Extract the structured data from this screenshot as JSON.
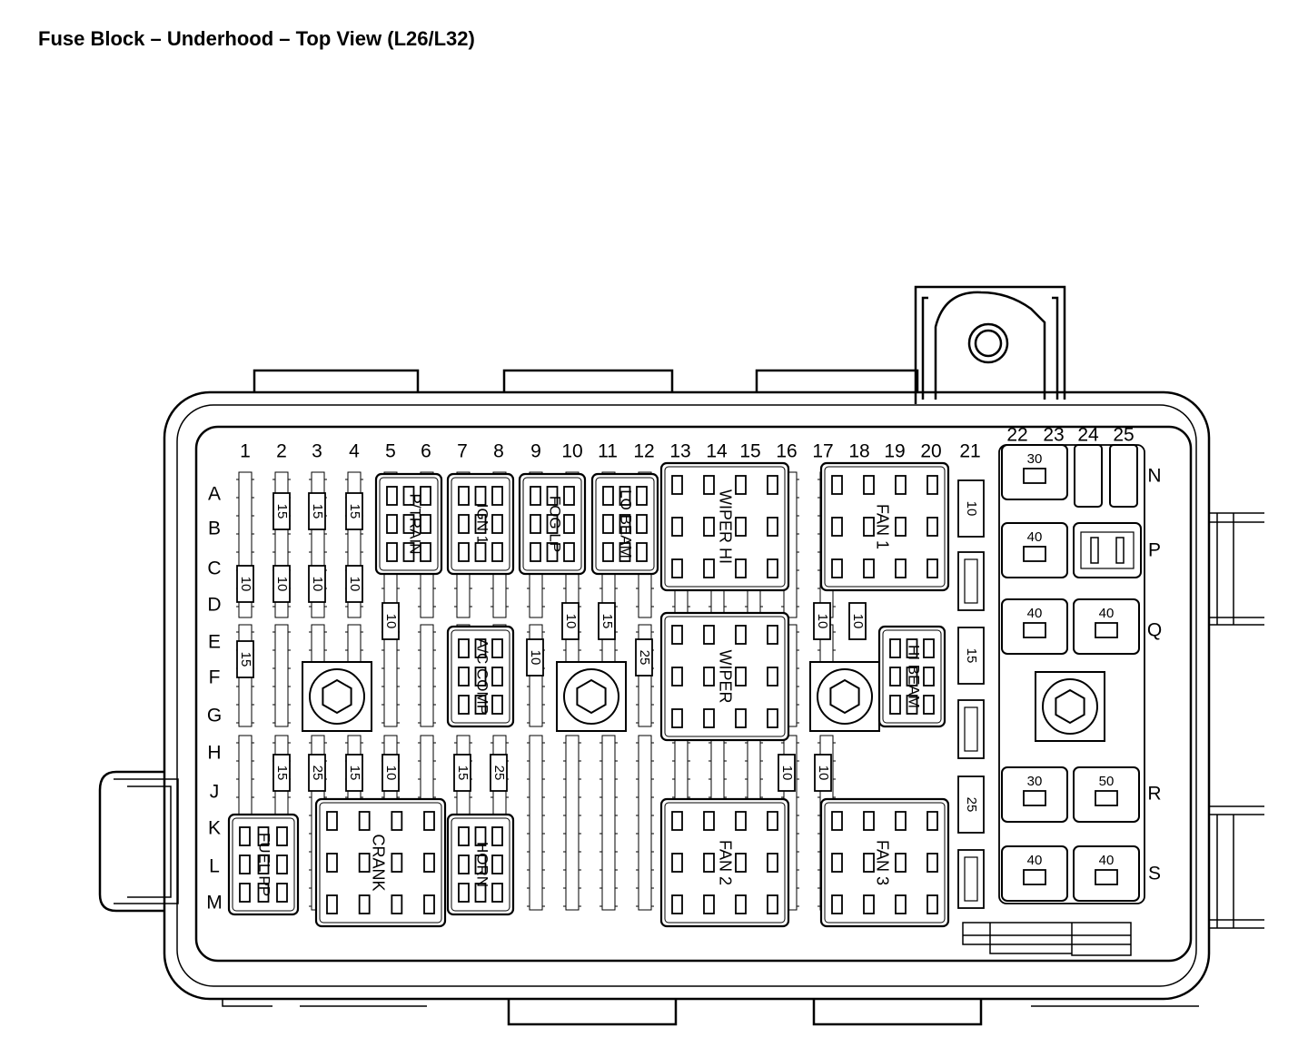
{
  "title": "Fuse Block – Underhood – Top View (L26/L32)",
  "columns": [
    "1",
    "2",
    "3",
    "4",
    "5",
    "6",
    "7",
    "8",
    "9",
    "10",
    "11",
    "12",
    "13",
    "14",
    "15",
    "16",
    "17",
    "18",
    "19",
    "20",
    "21",
    "22",
    "23",
    "24",
    "25"
  ],
  "rows_left": [
    "A",
    "B",
    "C",
    "D",
    "E",
    "F",
    "G",
    "H",
    "J",
    "K",
    "L",
    "M"
  ],
  "rows_right": [
    "N",
    "P",
    "Q",
    "R",
    "S"
  ],
  "relays": {
    "ptrain": "P/TRAIN",
    "ign1": "IGN 1",
    "foglp": "FOG LP",
    "lobeam": "LO BEAM",
    "wiperhi": "WIPER HI",
    "fan1": "FAN 1",
    "ac_comp": "A/C COMP",
    "wiper": "WIPER",
    "hibeam": "HI BEAM",
    "fuelpp": "FUEL PP",
    "crank": "CRANK",
    "horn": "HORN",
    "fan2": "FAN 2",
    "fan3": "FAN 3"
  },
  "fuses": {
    "f2_ab": "15",
    "f3_ab": "15",
    "f4_ab": "15",
    "f1_cd": "10",
    "f2_cd": "10",
    "f3_cd": "10",
    "f4_cd": "10",
    "f5_de": "10",
    "f10_de": "10",
    "f11_de": "15",
    "f12_ef": "25",
    "f9_ef": "10",
    "f17_de": "10",
    "f18_de": "10",
    "f1_ef": "15",
    "f2_hj": "15",
    "f3_hj": "25",
    "f4_hj": "15",
    "f5_hj": "10",
    "f7_hj": "15",
    "f8_hj": "25",
    "f16_hj": "10",
    "f17_hj": "10",
    "f21_a": "10",
    "f21_e": "15",
    "f21_j": "25"
  },
  "maxi_fuses": {
    "n22": "30",
    "p22": "40",
    "q22": "40",
    "q24": "40",
    "r22": "30",
    "r24": "50",
    "s22": "40",
    "s24": "40"
  }
}
